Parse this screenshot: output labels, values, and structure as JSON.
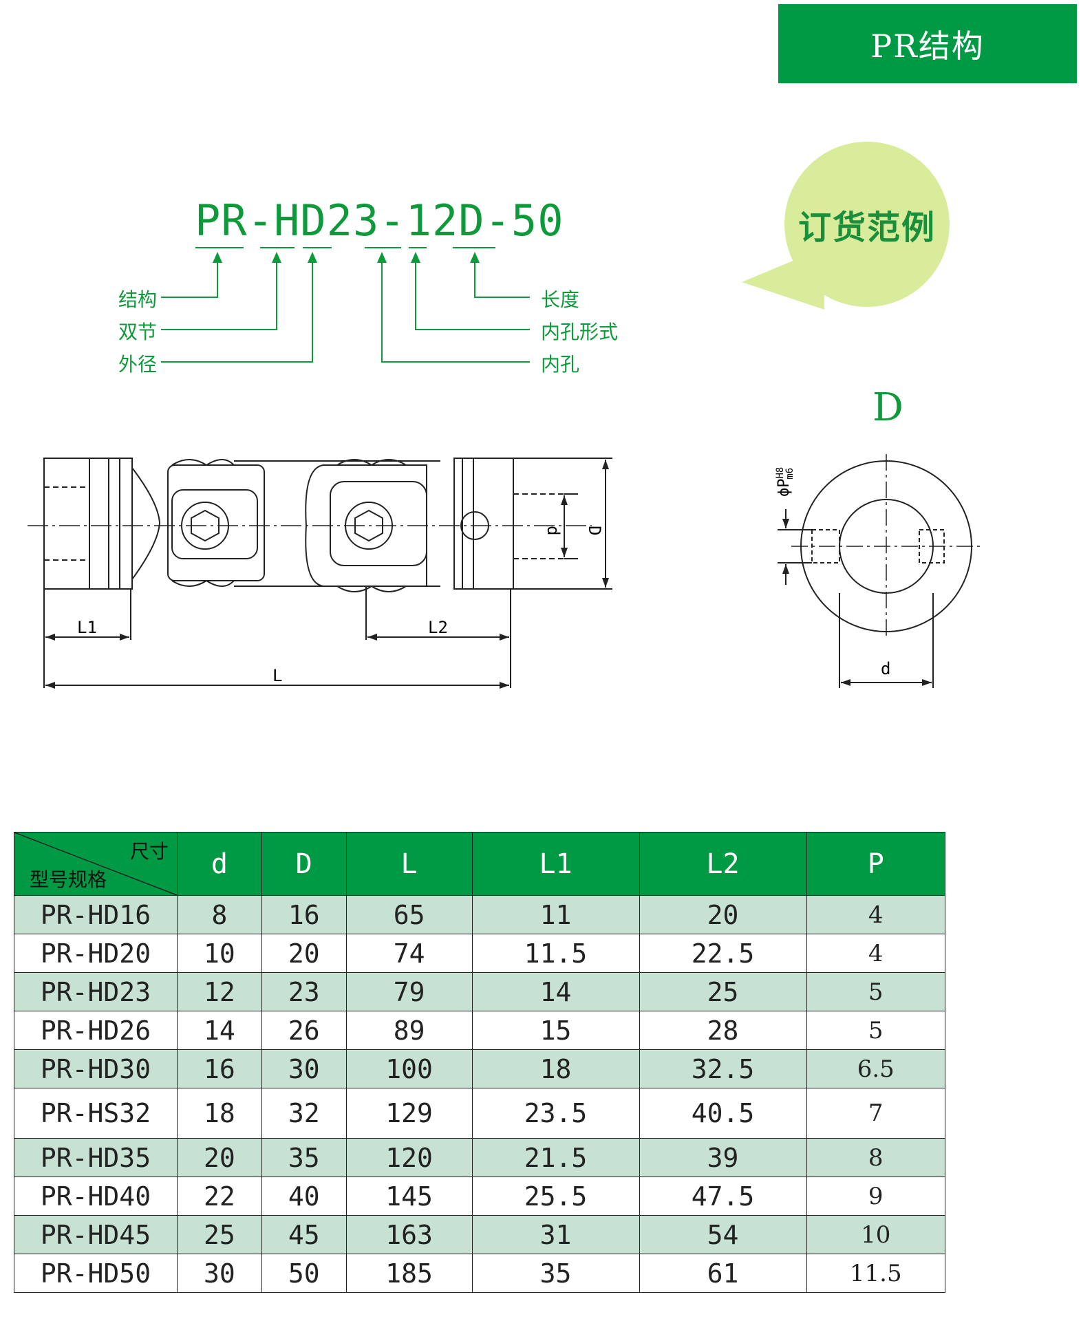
{
  "header": {
    "title": "PR结构"
  },
  "order_example": {
    "bubble_label": "订货范例",
    "code": "PR-HD23-12D-50",
    "left_labels": [
      "结构",
      "双节",
      "外径"
    ],
    "right_labels": [
      "长度",
      "内孔形式",
      "内孔"
    ]
  },
  "drawing": {
    "side_view": {
      "dim_d": "d",
      "dim_D": "D",
      "dim_L1": "L1",
      "dim_L2": "L2",
      "dim_L": "L"
    },
    "section_view": {
      "title": "D",
      "dim_d": "d",
      "dim_p_symbol": "ϕP",
      "dim_p_sup": "H8",
      "dim_p_sub": "m6"
    }
  },
  "table": {
    "corner_top": "尺寸",
    "corner_bottom": "型号规格",
    "columns": [
      "d",
      "D",
      "L",
      "L1",
      "L2",
      "P"
    ],
    "rows": [
      [
        "PR-HD16",
        "8",
        "16",
        "65",
        "11",
        "20",
        "4"
      ],
      [
        "PR-HD20",
        "10",
        "20",
        "74",
        "11.5",
        "22.5",
        "4"
      ],
      [
        "PR-HD23",
        "12",
        "23",
        "79",
        "14",
        "25",
        "5"
      ],
      [
        "PR-HD26",
        "14",
        "26",
        "89",
        "15",
        "28",
        "5"
      ],
      [
        "PR-HD30",
        "16",
        "30",
        "100",
        "18",
        "32.5",
        "6.5"
      ],
      [
        "PR-HS32",
        "18",
        "32",
        "129",
        "23.5",
        "40.5",
        "7"
      ],
      [
        "PR-HD35",
        "20",
        "35",
        "120",
        "21.5",
        "39",
        "8"
      ],
      [
        "PR-HD40",
        "22",
        "40",
        "145",
        "25.5",
        "47.5",
        "9"
      ],
      [
        "PR-HD45",
        "25",
        "45",
        "163",
        "31",
        "54",
        "10"
      ],
      [
        "PR-HD50",
        "30",
        "50",
        "185",
        "35",
        "61",
        "11.5"
      ]
    ]
  },
  "colors": {
    "brand_green": "#009a44",
    "row_tint": "#c7e2d3",
    "bubble": "#d9ec9c",
    "label_green": "#0e9a3a"
  }
}
